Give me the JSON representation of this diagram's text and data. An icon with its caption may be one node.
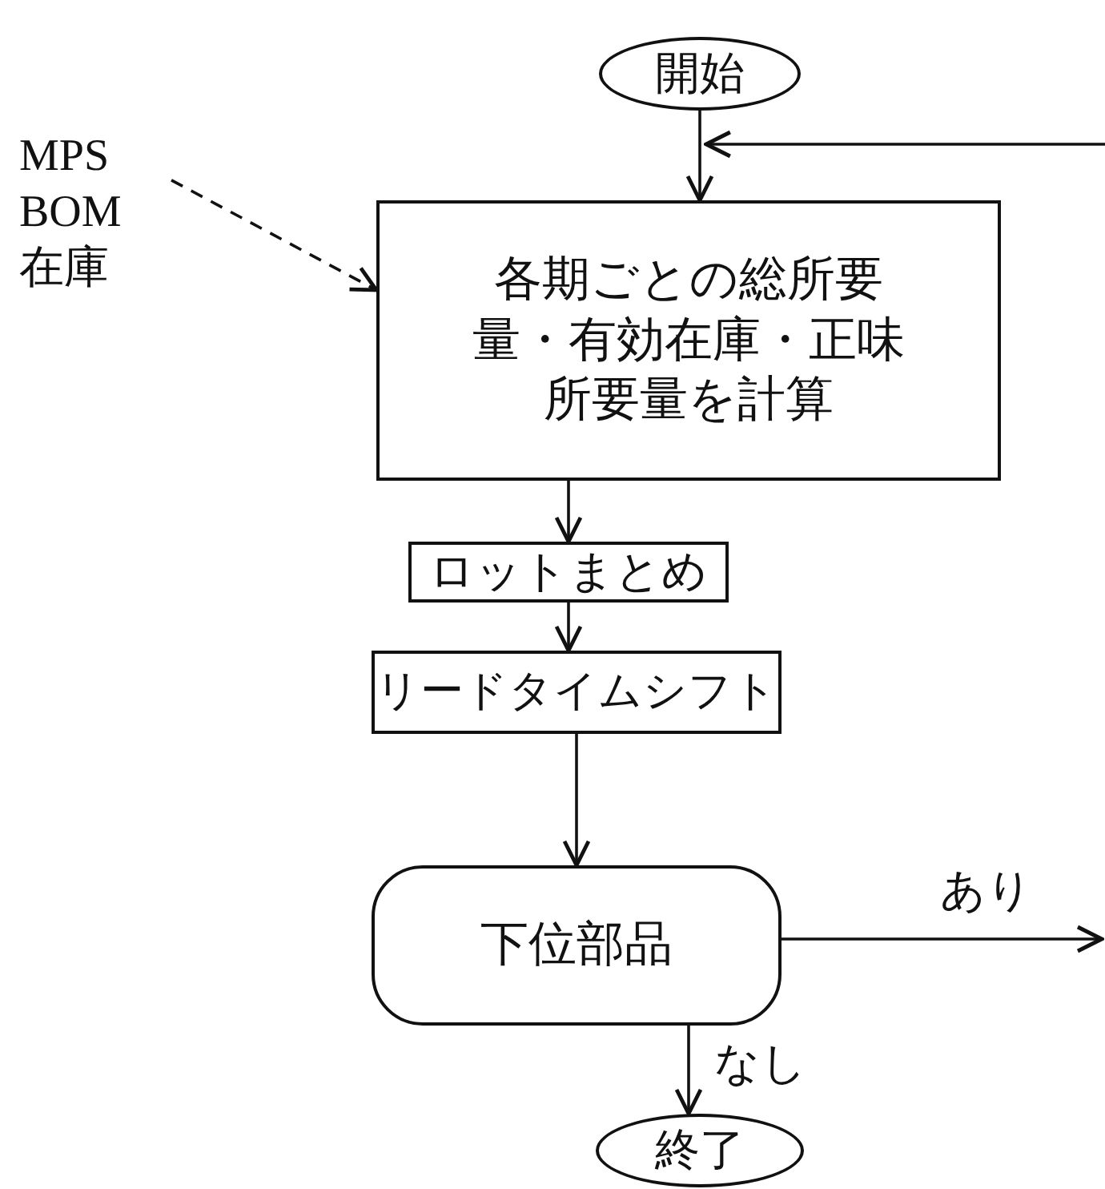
{
  "diagram": {
    "nodes": [
      {
        "text": [
          "開始"
        ]
      },
      {
        "text": [
          "MPS BOM 在庫"
        ]
      },
      {
        "text": [
          "各期ごとの総所要量・有効在庫・正味所要量を計算"
        ]
      },
      {
        "text": [
          "ロットまとめ"
        ]
      },
      {
        "text": [
          "リードタイムシフト"
        ]
      },
      {
        "text": [
          "下位部品"
        ]
      },
      {
        "text": [
          "終了"
        ]
      }
    ],
    "edges": [
      {
        "from": 0,
        "to": 2,
        "arrow": "to"
      },
      {
        "from": 1,
        "to": 2,
        "arrow": "to",
        "style": "dashed"
      },
      {
        "from": null,
        "to": 2,
        "arrow": "to"
      },
      {
        "from": 2,
        "to": 3,
        "arrow": "to"
      },
      {
        "from": 3,
        "to": 4,
        "arrow": "to"
      },
      {
        "from": 4,
        "to": 5,
        "arrow": "to"
      },
      {
        "from": 5,
        "to": null,
        "arrow": "to",
        "label": "あり"
      },
      {
        "from": 5,
        "to": 6,
        "arrow": "to",
        "label": "なし"
      }
    ]
  }
}
